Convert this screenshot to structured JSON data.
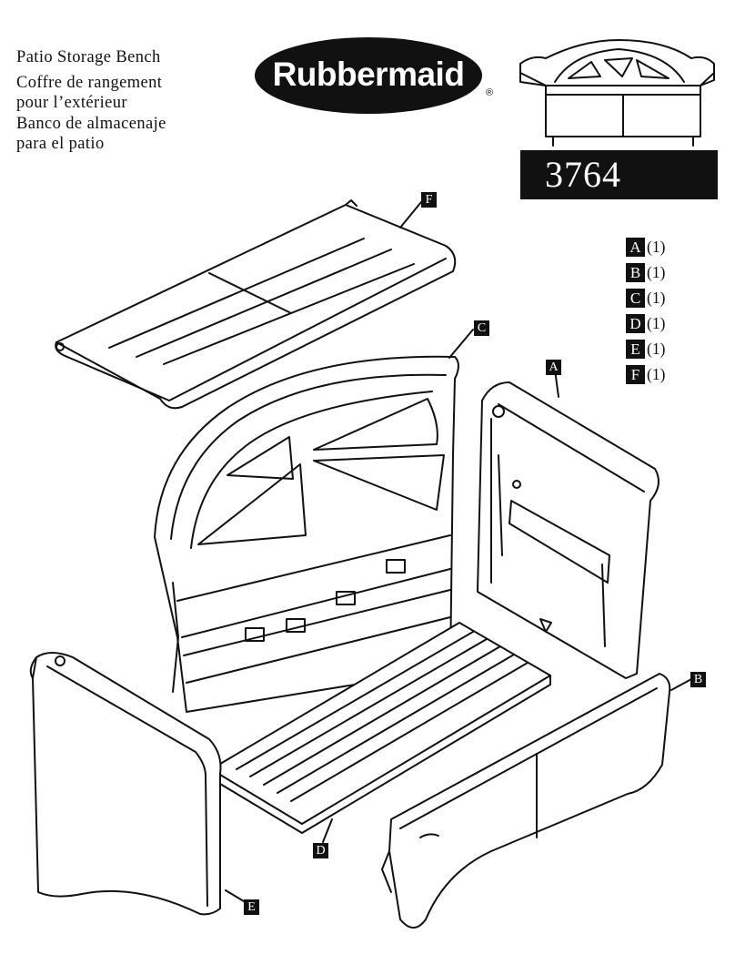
{
  "titles": {
    "line1": "Patio Storage Bench",
    "line2": "Coffre de rangement",
    "line3": "pour l’extérieur",
    "line4": "Banco de almacenaje",
    "line5": "para el patio"
  },
  "brand": {
    "name": "Rubbermaid",
    "registered": "®"
  },
  "model_number": "3764",
  "parts_list": [
    {
      "letter": "A",
      "qty": "(1)"
    },
    {
      "letter": "B",
      "qty": "(1)"
    },
    {
      "letter": "C",
      "qty": "(1)"
    },
    {
      "letter": "D",
      "qty": "(1)"
    },
    {
      "letter": "E",
      "qty": "(1)"
    },
    {
      "letter": "F",
      "qty": "(1)"
    }
  ],
  "callouts": {
    "A": "A",
    "B": "B",
    "C": "C",
    "D": "D",
    "E": "E",
    "F": "F"
  }
}
